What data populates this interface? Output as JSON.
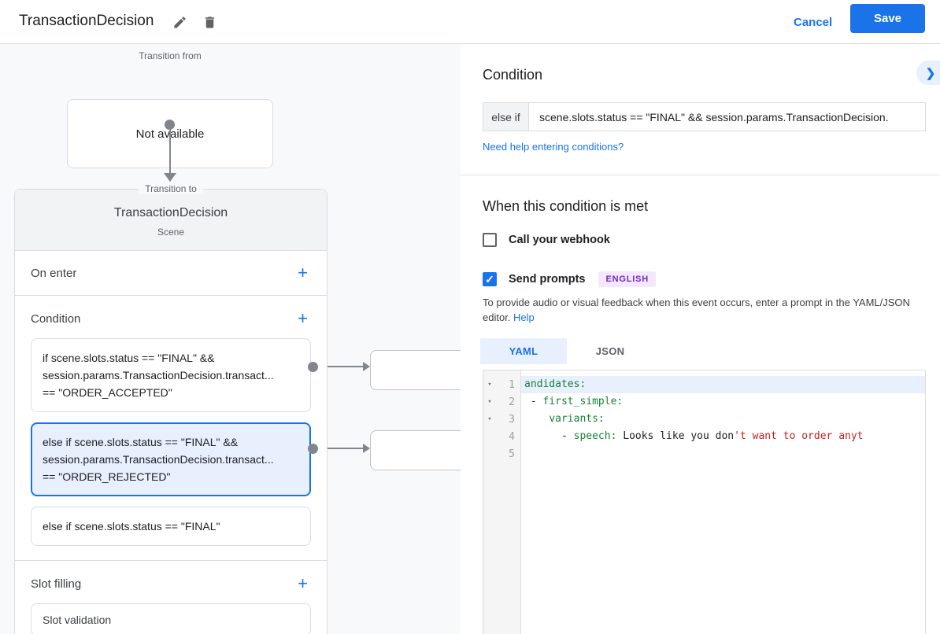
{
  "colors": {
    "accent_blue": "#1a73e8",
    "selection_blue_bg": "#e8f0fe",
    "badge_purple_bg": "#f3e8fd",
    "badge_purple_text": "#7627bb",
    "code_green": "#188038",
    "code_red": "#c5221f",
    "canvas_bg": "#f8f9fa"
  },
  "icons": {
    "edit": "pencil-icon",
    "delete": "trash-icon",
    "expand": "chevron-right-icon",
    "add": "plus-icon",
    "fold": "triangle-down-icon"
  },
  "topbar": {
    "title": "TransactionDecision",
    "cancel_label": "Cancel",
    "save_label": "Save"
  },
  "diagram": {
    "transition_from": {
      "label": "Transition from",
      "text": "Not available"
    },
    "transition_to": {
      "label": "Transition to",
      "name": "TransactionDecision",
      "type": "Scene"
    },
    "on_enter_title": "On enter",
    "condition_title": "Condition",
    "slot_filling_title": "Slot filling",
    "condition_cards": [
      {
        "selected": false,
        "lines": [
          "if scene.slots.status == \"FINAL\" &&",
          "session.params.TransactionDecision.transact...",
          "== \"ORDER_ACCEPTED\""
        ]
      },
      {
        "selected": true,
        "lines": [
          "else if scene.slots.status == \"FINAL\" &&",
          "session.params.TransactionDecision.transact...",
          "== \"ORDER_REJECTED\""
        ]
      },
      {
        "selected": false,
        "lines": [
          "else if scene.slots.status == \"FINAL\""
        ]
      }
    ],
    "slot_cards": [
      "Slot validation"
    ]
  },
  "panel": {
    "title": "Condition",
    "condition": {
      "prefix": "else if",
      "value": "scene.slots.status == \"FINAL\" && session.params.TransactionDecision."
    },
    "help_link": "Need help entering conditions?",
    "when_met_title": "When this condition is met",
    "webhook": {
      "label": "Call your webhook",
      "checked": false
    },
    "send_prompts": {
      "label": "Send prompts",
      "badge": "ENGLISH",
      "checked": true,
      "checkmark": "✓"
    },
    "description": "To provide audio or visual feedback when this event occurs, enter a prompt in the YAML/JSON editor.",
    "description_help": "Help",
    "tabs": {
      "yaml": "YAML",
      "json": "JSON",
      "active": "YAML"
    },
    "editor": {
      "line_numbers": [
        "1",
        "2",
        "3",
        "4",
        "5"
      ],
      "fold_glyph": "▾",
      "lines": [
        {
          "active": true,
          "segments": [
            {
              "t": "andidates:",
              "c": "green"
            }
          ]
        },
        {
          "active": false,
          "segments": [
            {
              "t": " - ",
              "c": "plain"
            },
            {
              "t": "first_simple:",
              "c": "green"
            }
          ]
        },
        {
          "active": false,
          "segments": [
            {
              "t": "    ",
              "c": "plain"
            },
            {
              "t": "variants:",
              "c": "green"
            }
          ]
        },
        {
          "active": false,
          "segments": [
            {
              "t": "      - ",
              "c": "plain"
            },
            {
              "t": "speech:",
              "c": "green"
            },
            {
              "t": " Looks like you don",
              "c": "plain"
            },
            {
              "t": "'t want to order anyt",
              "c": "red"
            }
          ]
        },
        {
          "active": false,
          "segments": []
        }
      ]
    }
  }
}
